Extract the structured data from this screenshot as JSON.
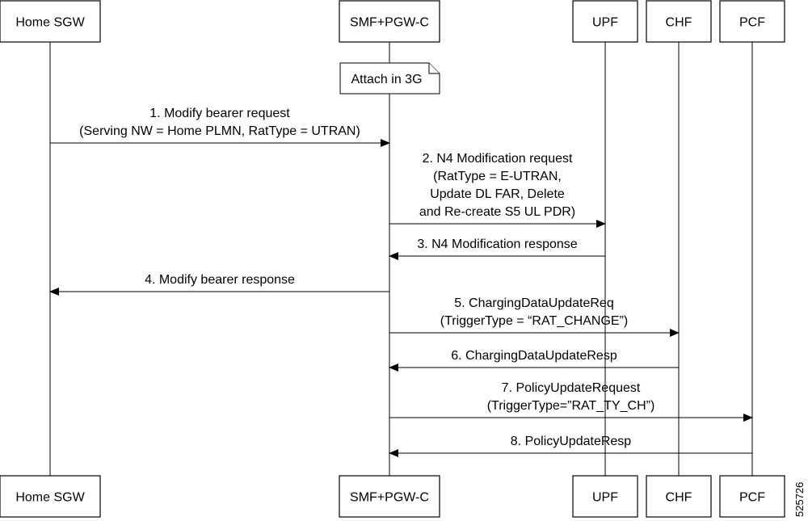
{
  "participants": [
    {
      "id": "sgw",
      "label": "Home SGW"
    },
    {
      "id": "smf",
      "label": "SMF+PGW-C"
    },
    {
      "id": "upf",
      "label": "UPF"
    },
    {
      "id": "chf",
      "label": "CHF"
    },
    {
      "id": "pcf",
      "label": "PCF"
    }
  ],
  "note": {
    "text": "Attach in 3G",
    "participant": "smf"
  },
  "messages": [
    {
      "step": 1,
      "from": "sgw",
      "to": "smf",
      "lines": [
        "1. Modify bearer request",
        "(Serving NW = Home PLMN, RatType = UTRAN)"
      ]
    },
    {
      "step": 2,
      "from": "smf",
      "to": "upf",
      "lines": [
        "2. N4 Modification request",
        "(RatType = E-UTRAN,",
        "Update DL FAR, Delete",
        "and Re-create S5 UL PDR)"
      ]
    },
    {
      "step": 3,
      "from": "upf",
      "to": "smf",
      "lines": [
        "3. N4 Modification response"
      ]
    },
    {
      "step": 4,
      "from": "smf",
      "to": "sgw",
      "lines": [
        "4. Modify bearer response"
      ]
    },
    {
      "step": 5,
      "from": "smf",
      "to": "chf",
      "lines": [
        "5. ChargingDataUpdateReq",
        "(TriggerType = “RAT_CHANGE”)"
      ]
    },
    {
      "step": 6,
      "from": "chf",
      "to": "smf",
      "lines": [
        "6. ChargingDataUpdateResp"
      ]
    },
    {
      "step": 7,
      "from": "smf",
      "to": "pcf",
      "lines": [
        "7. PolicyUpdateRequest",
        "(TriggerType=”RAT_TY_CH”)"
      ]
    },
    {
      "step": 8,
      "from": "pcf",
      "to": "smf",
      "lines": [
        "8. PolicyUpdateResp"
      ]
    }
  ],
  "figure_id": "525726"
}
